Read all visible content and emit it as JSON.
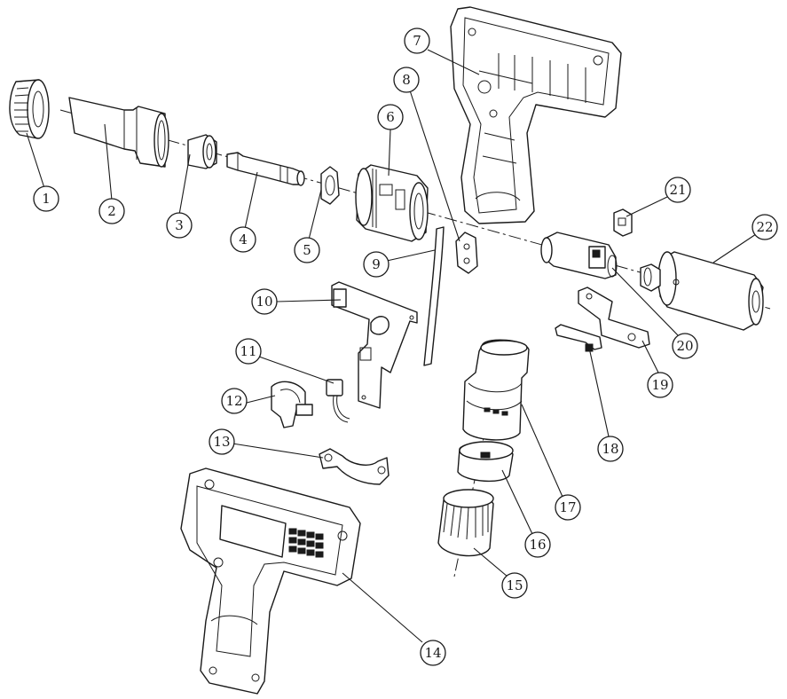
{
  "callouts": [
    {
      "id": "1",
      "label": "1"
    },
    {
      "id": "2",
      "label": "2"
    },
    {
      "id": "3",
      "label": "3"
    },
    {
      "id": "4",
      "label": "4"
    },
    {
      "id": "5",
      "label": "5"
    },
    {
      "id": "6",
      "label": "6"
    },
    {
      "id": "7",
      "label": "7"
    },
    {
      "id": "8",
      "label": "8"
    },
    {
      "id": "9",
      "label": "9"
    },
    {
      "id": "10",
      "label": "10"
    },
    {
      "id": "11",
      "label": "11"
    },
    {
      "id": "12",
      "label": "12"
    },
    {
      "id": "13",
      "label": "13"
    },
    {
      "id": "14",
      "label": "14"
    },
    {
      "id": "15",
      "label": "15"
    },
    {
      "id": "16",
      "label": "16"
    },
    {
      "id": "17",
      "label": "17"
    },
    {
      "id": "18",
      "label": "18"
    },
    {
      "id": "19",
      "label": "19"
    },
    {
      "id": "20",
      "label": "20"
    },
    {
      "id": "21",
      "label": "21"
    },
    {
      "id": "22",
      "label": "22"
    }
  ],
  "colors": {
    "line": "#1a1a1a",
    "background": "#ffffff"
  }
}
